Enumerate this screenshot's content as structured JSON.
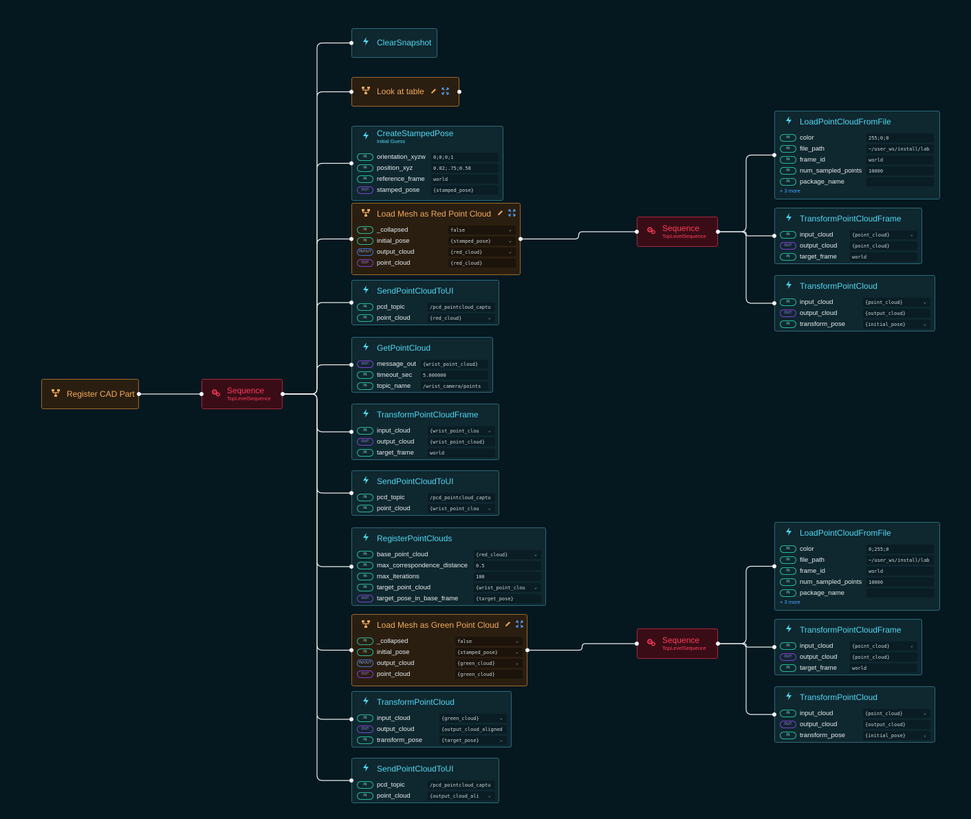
{
  "icons": {
    "action": "bolt-icon",
    "subtree": "branch-icon",
    "control": "gears-icon",
    "edit": "pencil-icon",
    "expand": "expand-icon"
  },
  "colors": {
    "background": "#05171f",
    "action_title": "#4fd6f0",
    "subtree_title": "#f2a85a",
    "control_title": "#ff3b58",
    "in_port": "#25b89a",
    "out_port": "#7a3fcf",
    "inout_port": "#3d6fd6"
  },
  "nodes": {
    "register_cad_part": {
      "title": "Register CAD Part"
    },
    "root_sequence": {
      "title": "Sequence",
      "subtitle": "TopLevelSequence"
    },
    "clear_snapshot": {
      "title": "ClearSnapshot"
    },
    "look_at_table": {
      "title": "Look at table"
    },
    "create_stamped_pose": {
      "title": "CreateStampedPose",
      "subtitle": "Initial Guess",
      "ports": [
        {
          "dir": "IN",
          "name": "orientation_xyzw",
          "value": "0;0;0;1"
        },
        {
          "dir": "IN",
          "name": "position_xyz",
          "value": "0.02;.75;0.58"
        },
        {
          "dir": "IN",
          "name": "reference_frame",
          "value": "world"
        },
        {
          "dir": "OUT",
          "name": "stamped_pose",
          "value": "{stamped_pose}"
        }
      ]
    },
    "load_mesh_red": {
      "title": "Load Mesh as Red Point Cloud",
      "ports": [
        {
          "dir": "IN",
          "name": "_collapsed",
          "value": "false"
        },
        {
          "dir": "IN",
          "name": "initial_pose",
          "value": "{stamped_pose}"
        },
        {
          "dir": "IN/OUT",
          "name": "output_cloud",
          "value": "{red_cloud}"
        },
        {
          "dir": "OUT",
          "name": "point_cloud",
          "value": "{red_cloud}"
        }
      ]
    },
    "send_pc_1": {
      "title": "SendPointCloudToUI",
      "ports": [
        {
          "dir": "IN",
          "name": "pcd_topic",
          "value": "/pcd_pointcloud_captu"
        },
        {
          "dir": "IN",
          "name": "point_cloud",
          "value": "{red_cloud}"
        }
      ]
    },
    "get_point_cloud": {
      "title": "GetPointCloud",
      "ports": [
        {
          "dir": "OUT",
          "name": "message_out",
          "value": "{wrist_point_cloud}"
        },
        {
          "dir": "IN",
          "name": "timeout_sec",
          "value": "5.000000"
        },
        {
          "dir": "IN",
          "name": "topic_name",
          "value": "/wrist_camera/points"
        }
      ]
    },
    "transform_frame_1": {
      "title": "TransformPointCloudFrame",
      "ports": [
        {
          "dir": "IN",
          "name": "input_cloud",
          "value": "{wrist_point_clou"
        },
        {
          "dir": "OUT",
          "name": "output_cloud",
          "value": "{wrist_point_cloud}"
        },
        {
          "dir": "IN",
          "name": "target_frame",
          "value": "world"
        }
      ]
    },
    "send_pc_2": {
      "title": "SendPointCloudToUI",
      "ports": [
        {
          "dir": "IN",
          "name": "pcd_topic",
          "value": "/pcd_pointcloud_captu"
        },
        {
          "dir": "IN",
          "name": "point_cloud",
          "value": "{wrist_point_clou"
        }
      ]
    },
    "register_point_clouds": {
      "title": "RegisterPointClouds",
      "ports": [
        {
          "dir": "IN",
          "name": "base_point_cloud",
          "value": "{red_cloud}"
        },
        {
          "dir": "IN",
          "name": "max_correspondence_distance",
          "value": "0.5"
        },
        {
          "dir": "IN",
          "name": "max_iterations",
          "value": "100"
        },
        {
          "dir": "IN",
          "name": "target_point_cloud",
          "value": "{wrist_point_clou"
        },
        {
          "dir": "OUT",
          "name": "target_pose_in_base_frame",
          "value": "{target_pose}"
        }
      ]
    },
    "load_mesh_green": {
      "title": "Load Mesh as Green Point Cloud",
      "ports": [
        {
          "dir": "IN",
          "name": "_collapsed",
          "value": "false"
        },
        {
          "dir": "IN",
          "name": "initial_pose",
          "value": "{stamped_pose}"
        },
        {
          "dir": "IN/OUT",
          "name": "output_cloud",
          "value": "{green_cloud}"
        },
        {
          "dir": "OUT",
          "name": "point_cloud",
          "value": "{green_cloud}"
        }
      ]
    },
    "transform_pc_main": {
      "title": "TransformPointCloud",
      "ports": [
        {
          "dir": "IN",
          "name": "input_cloud",
          "value": "{green_cloud}"
        },
        {
          "dir": "OUT",
          "name": "output_cloud",
          "value": "{output_cloud_aligned"
        },
        {
          "dir": "IN",
          "name": "transform_pose",
          "value": "{target_pose}"
        }
      ]
    },
    "send_pc_3": {
      "title": "SendPointCloudToUI",
      "ports": [
        {
          "dir": "IN",
          "name": "pcd_topic",
          "value": "/pcd_pointcloud_captu"
        },
        {
          "dir": "IN",
          "name": "point_cloud",
          "value": "{output_cloud_ali"
        }
      ]
    },
    "red_sequence": {
      "title": "Sequence",
      "subtitle": "TopLevelSequence"
    },
    "red_load_file": {
      "title": "LoadPointCloudFromFile",
      "more": "+ 3 more",
      "ports": [
        {
          "dir": "IN",
          "name": "color",
          "value": "255;0;0"
        },
        {
          "dir": "IN",
          "name": "file_path",
          "value": "~/user_ws/install/lab"
        },
        {
          "dir": "IN",
          "name": "frame_id",
          "value": "world"
        },
        {
          "dir": "IN",
          "name": "num_sampled_points",
          "value": "10000"
        },
        {
          "dir": "IN",
          "name": "package_name",
          "value": ""
        }
      ]
    },
    "red_transform_frame": {
      "title": "TransformPointCloudFrame",
      "ports": [
        {
          "dir": "IN",
          "name": "input_cloud",
          "value": "{point_cloud}"
        },
        {
          "dir": "OUT",
          "name": "output_cloud",
          "value": "{point_cloud}"
        },
        {
          "dir": "IN",
          "name": "target_frame",
          "value": "world"
        }
      ]
    },
    "red_transform_pc": {
      "title": "TransformPointCloud",
      "ports": [
        {
          "dir": "IN",
          "name": "input_cloud",
          "value": "{point_cloud}"
        },
        {
          "dir": "OUT",
          "name": "output_cloud",
          "value": "{output_cloud}"
        },
        {
          "dir": "IN",
          "name": "transform_pose",
          "value": "{initial_pose}"
        }
      ]
    },
    "green_sequence": {
      "title": "Sequence",
      "subtitle": "TopLevelSequence"
    },
    "green_load_file": {
      "title": "LoadPointCloudFromFile",
      "more": "+ 3 more",
      "ports": [
        {
          "dir": "IN",
          "name": "color",
          "value": "0;255;0"
        },
        {
          "dir": "IN",
          "name": "file_path",
          "value": "~/user_ws/install/lab"
        },
        {
          "dir": "IN",
          "name": "frame_id",
          "value": "world"
        },
        {
          "dir": "IN",
          "name": "num_sampled_points",
          "value": "10000"
        },
        {
          "dir": "IN",
          "name": "package_name",
          "value": ""
        }
      ]
    },
    "green_transform_frame": {
      "title": "TransformPointCloudFrame",
      "ports": [
        {
          "dir": "IN",
          "name": "input_cloud",
          "value": "{point_cloud}"
        },
        {
          "dir": "OUT",
          "name": "output_cloud",
          "value": "{point_cloud}"
        },
        {
          "dir": "IN",
          "name": "target_frame",
          "value": "world"
        }
      ]
    },
    "green_transform_pc": {
      "title": "TransformPointCloud",
      "ports": [
        {
          "dir": "IN",
          "name": "input_cloud",
          "value": "{point_cloud}"
        },
        {
          "dir": "OUT",
          "name": "output_cloud",
          "value": "{output_cloud}"
        },
        {
          "dir": "IN",
          "name": "transform_pose",
          "value": "{initial_pose}"
        }
      ]
    }
  }
}
